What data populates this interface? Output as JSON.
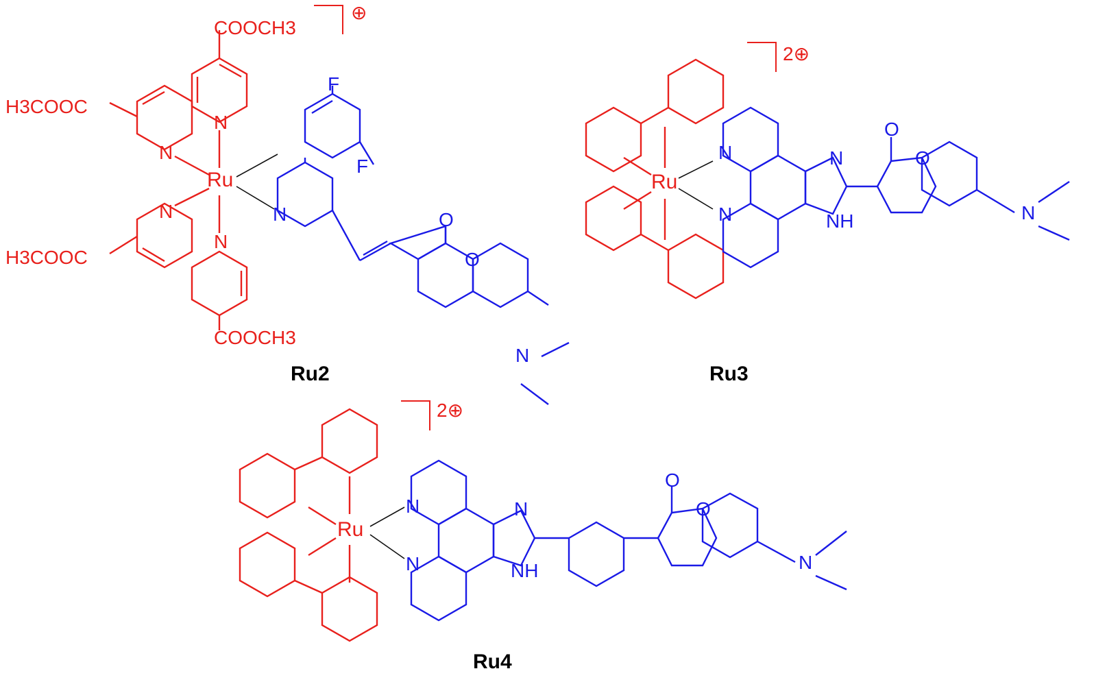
{
  "compounds": [
    {
      "id": "ru2",
      "caption": "Ru2",
      "metal": "Ru",
      "charge": "⊕",
      "substituents": {
        "ester_top": "COOCH3",
        "ester_left_top": "H3COOC",
        "ester_left_bottom": "H3COOC",
        "ester_bottom": "COOCH3"
      },
      "atoms": {
        "f_top": "F",
        "f_right": "F",
        "o_carbonyl": "O",
        "o_ring": "O",
        "n_amine": "N",
        "n1": "N",
        "n2": "N",
        "n3": "N",
        "n4": "N",
        "n_ppy": "N"
      }
    },
    {
      "id": "ru3",
      "caption": "Ru3",
      "metal": "Ru",
      "charge": "2⊕",
      "atoms": {
        "n_imid": "N",
        "nh": "NH",
        "o_carbonyl": "O",
        "o_ring": "O",
        "n_amine": "N"
      }
    },
    {
      "id": "ru4",
      "caption": "Ru4",
      "metal": "Ru",
      "charge": "2⊕",
      "atoms": {
        "n_imid": "N",
        "nh": "NH",
        "o_carbonyl": "O",
        "o_ring": "O",
        "n_amine": "N"
      }
    }
  ],
  "colors": {
    "metal_ligand": "#e8201c",
    "organic_ligand": "#1a1ae6",
    "coordination_bond": "#111111"
  }
}
